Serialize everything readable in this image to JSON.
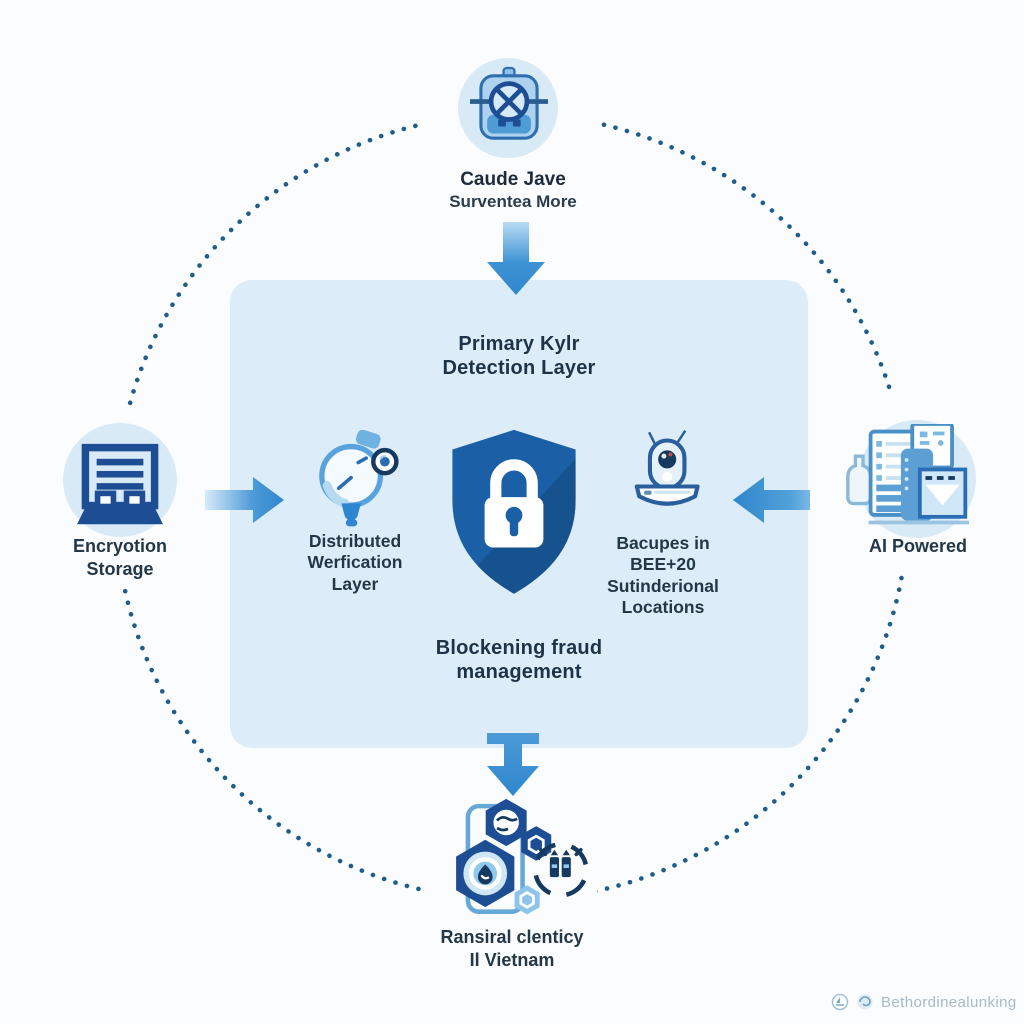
{
  "colors": {
    "background": "#fbfcfe",
    "panel_bg": "#dcedf9",
    "node_circle_bg": "#d9eaf7",
    "arrow_blue": "#2f86cc",
    "dot_blue": "#1f5d8d",
    "shield_blue": "#1b5fa7",
    "shield_dark": "#16528e",
    "icon_navy": "#1d4e94",
    "text_dark": "#22384a",
    "watermark_gray": "#a7bac9"
  },
  "nodes": {
    "top": {
      "icon": "vault-dial-icon",
      "title": "Caude Jave",
      "subtitle": "Surventea More"
    },
    "left": {
      "icon": "warehouse-icon",
      "label": "Encryotion\nStorage"
    },
    "right": {
      "icon": "documents-stack-icon",
      "label": "AI Powered"
    },
    "bottom": {
      "icon": "hexagon-network-icon",
      "label": "Ransiral clenticy\nIl Vietnam"
    }
  },
  "panel": {
    "top_title": "Primary Kylr\nDetection Layer",
    "left_item": {
      "icon": "gauge-bulb-icon",
      "label": "Distributed\nWerfication\nLayer"
    },
    "center_item": {
      "icon": "shield-lock-icon"
    },
    "right_item": {
      "icon": "robot-monitor-icon",
      "label": "Bacupes in\nBEE+20\nSutinderional\nLocations"
    },
    "bottom_title": "Blockening fraud\nmanagement"
  },
  "watermark": {
    "text": "Bethordinealunking"
  }
}
